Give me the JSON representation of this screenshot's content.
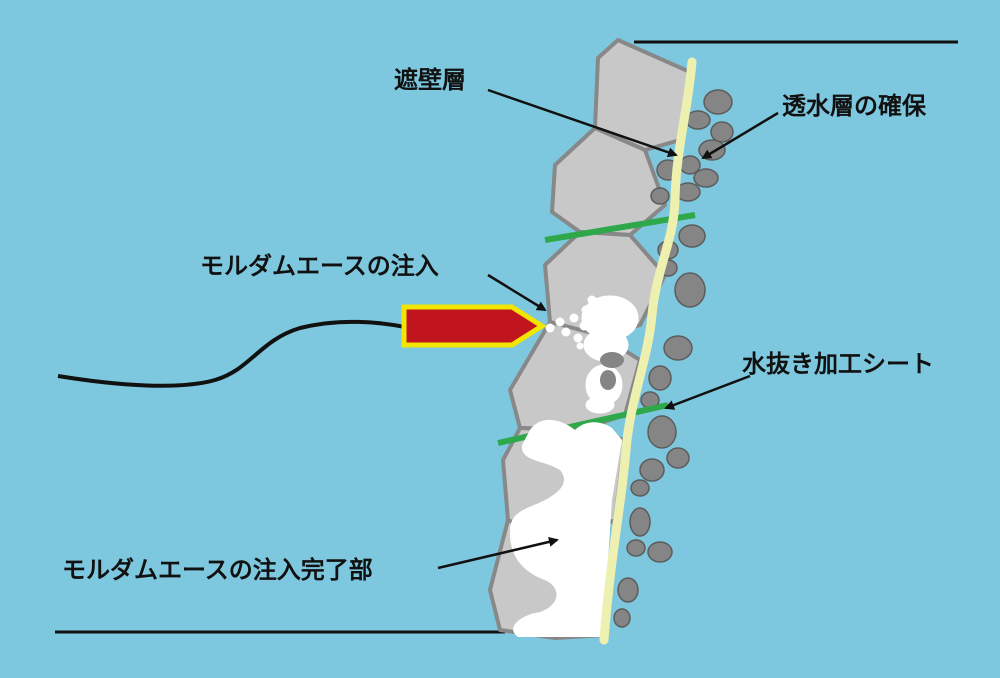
{
  "labels": {
    "shielding_layer": "遮壁層",
    "permeable_layer": "透水層の確保",
    "injection": "モルダムエースの注入",
    "drain_sheet": "水抜き加工シート",
    "injection_complete": "モルダムエースの注入完了部"
  },
  "colors": {
    "background": "#7ec8df",
    "wall_stone": "#c8c8c8",
    "wall_stone_outline": "#888888",
    "gravel": "#858585",
    "yellow_layer": "#eef0b0",
    "drain_sheet": "#2ea84a",
    "nozzle_body": "#c0141e",
    "nozzle_outline": "#f2e600",
    "grout": "#ffffff",
    "line": "#111111"
  }
}
